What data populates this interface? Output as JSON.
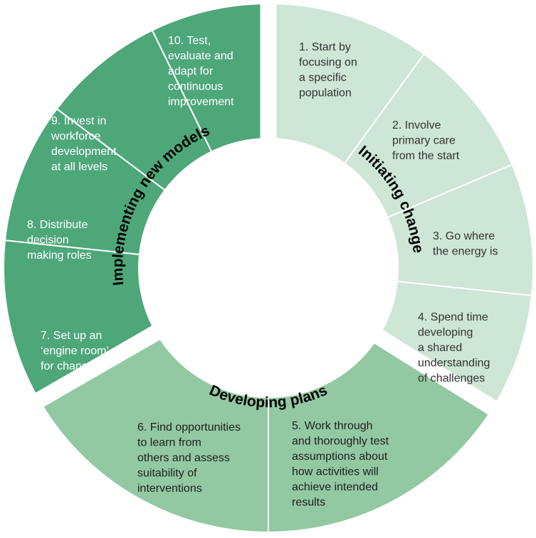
{
  "phases": [
    {
      "id": "initiating",
      "label": "Initiating change",
      "color": "#cde6d5",
      "text_color": "#333333",
      "steps": [
        {
          "lines": [
            "1. Start by",
            "focusing on",
            "a specific",
            "population"
          ]
        },
        {
          "lines": [
            "2. Involve",
            "primary care",
            "from the start"
          ]
        },
        {
          "lines": [
            "3. Go where",
            "the energy is"
          ]
        },
        {
          "lines": [
            "4. Spend time",
            "developing",
            "a shared",
            "understanding",
            "of challenges"
          ]
        }
      ]
    },
    {
      "id": "developing",
      "label": "Developing plans",
      "color": "#93c9a2",
      "text_color": "#1e1e1e",
      "steps": [
        {
          "lines": [
            "5. Work through",
            "and thoroughly test",
            "assumptions about",
            "how activities will",
            "achieve intended",
            "results"
          ]
        },
        {
          "lines": [
            "6. Find opportunities",
            "to learn from",
            "others and assess",
            "suitability of",
            "interventions"
          ]
        }
      ]
    },
    {
      "id": "implementing",
      "label": "Implementing new models",
      "color": "#4ea779",
      "text_color": "#ffffff",
      "steps": [
        {
          "lines": [
            "7. Set up an",
            "‘engine room’",
            "for change"
          ]
        },
        {
          "lines": [
            "8. Distribute",
            "decision",
            "making roles"
          ]
        },
        {
          "lines": [
            "9. Invest in",
            "workforce",
            "development",
            "at all levels"
          ]
        },
        {
          "lines": [
            "10. Test,",
            "evaluate and",
            "adapt for",
            "continuous",
            "improvement"
          ]
        }
      ]
    }
  ]
}
